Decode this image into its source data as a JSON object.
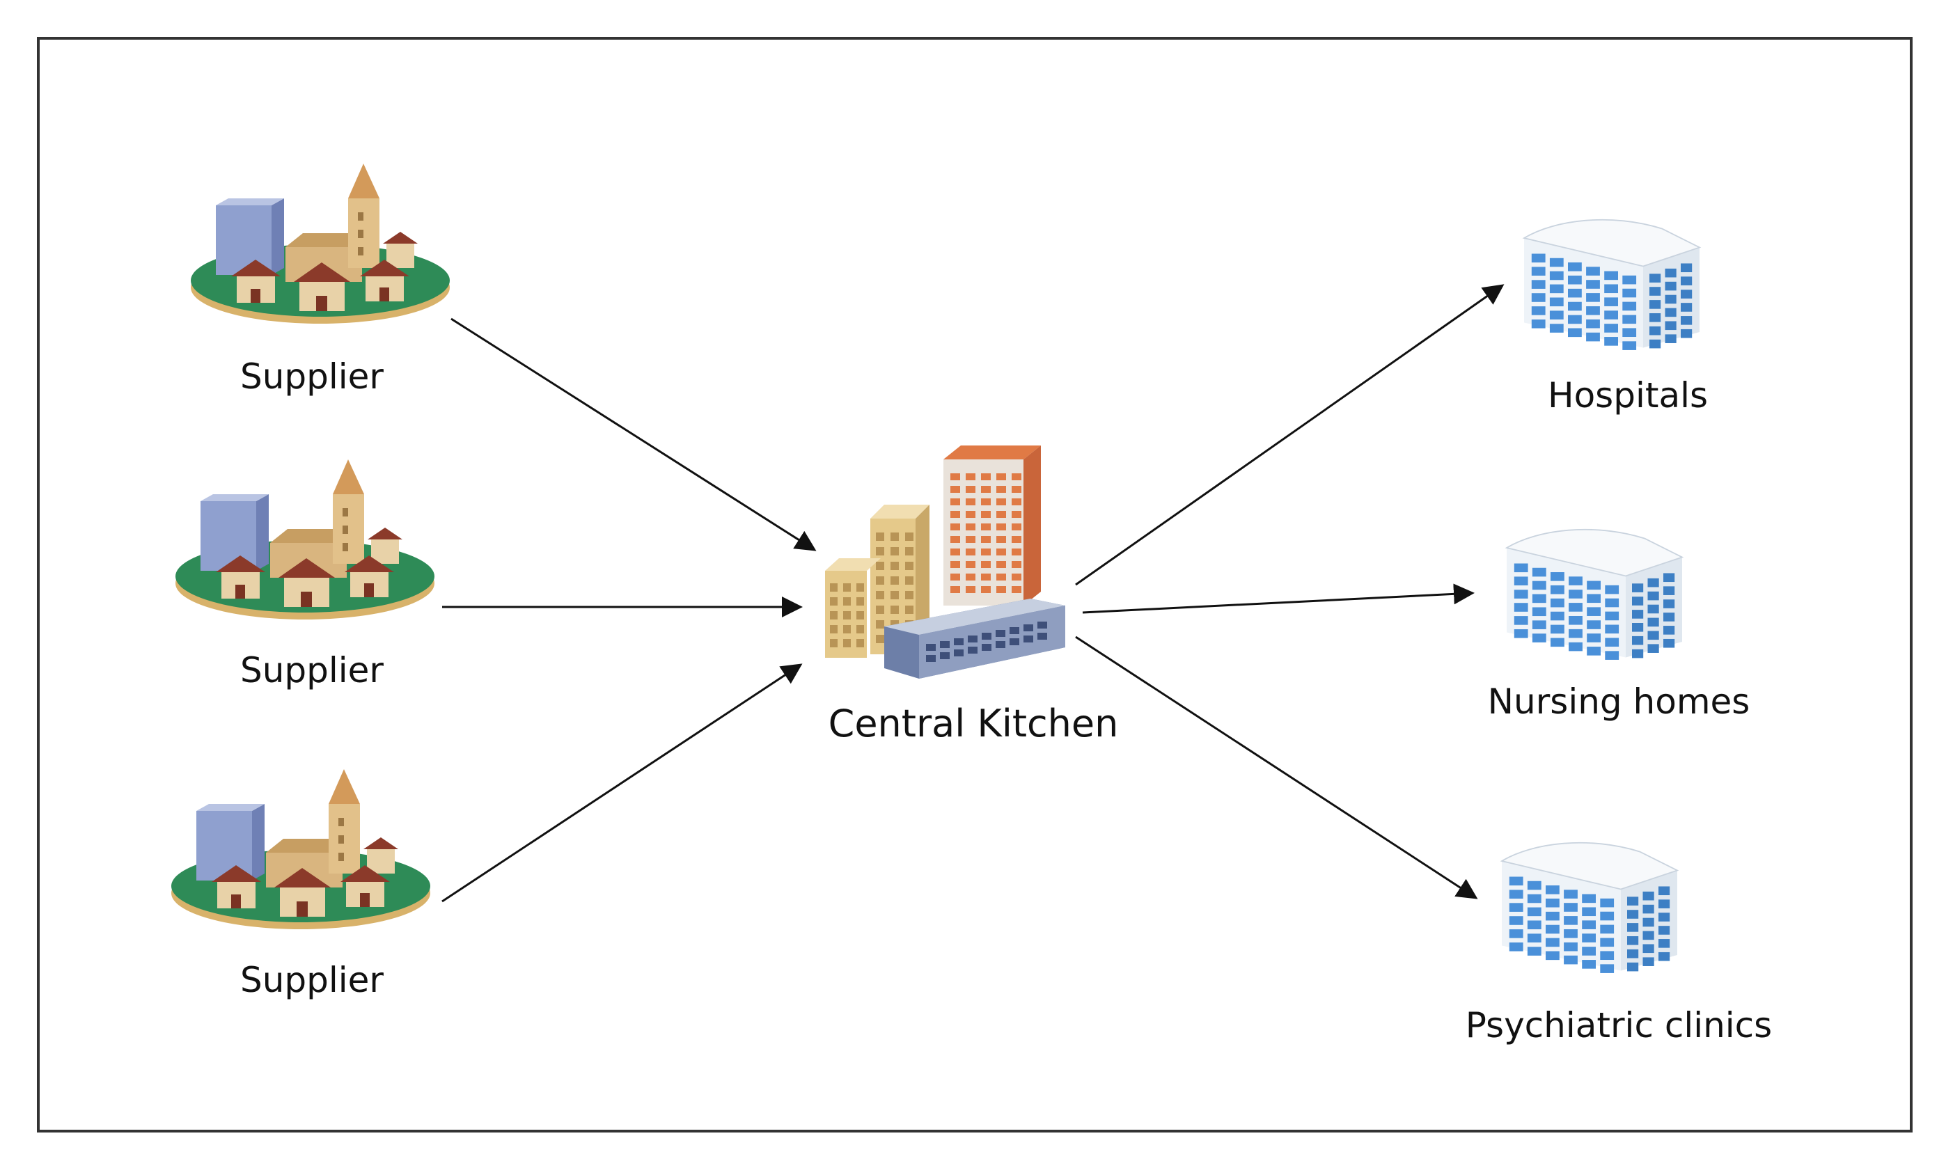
{
  "diagram": {
    "suppliers": [
      {
        "label": "Supplier"
      },
      {
        "label": "Supplier"
      },
      {
        "label": "Supplier"
      }
    ],
    "hub": {
      "label": "Central Kitchen"
    },
    "destinations": [
      {
        "label": "Hospitals"
      },
      {
        "label": "Nursing homes"
      },
      {
        "label": "Psychiatric clinics"
      }
    ],
    "colors": {
      "border": "#333333",
      "arrow": "#111111",
      "ground": "#2e8b57",
      "ground_rim": "#d8b26a",
      "roof": "#8b3a2a",
      "house_wall": "#e8d2a8",
      "tower": "#d9b57f",
      "block_blue": "#8fa0cf",
      "hub_orange": "#e07a45",
      "hub_tan": "#e5c98a",
      "hub_slate": "#6d7fa8",
      "building_blue": "#4a90d9",
      "building_face": "#eef3f8"
    },
    "icons": {
      "supplier": "town-icon",
      "hub": "city-buildings-icon",
      "destination": "office-building-icon"
    }
  }
}
